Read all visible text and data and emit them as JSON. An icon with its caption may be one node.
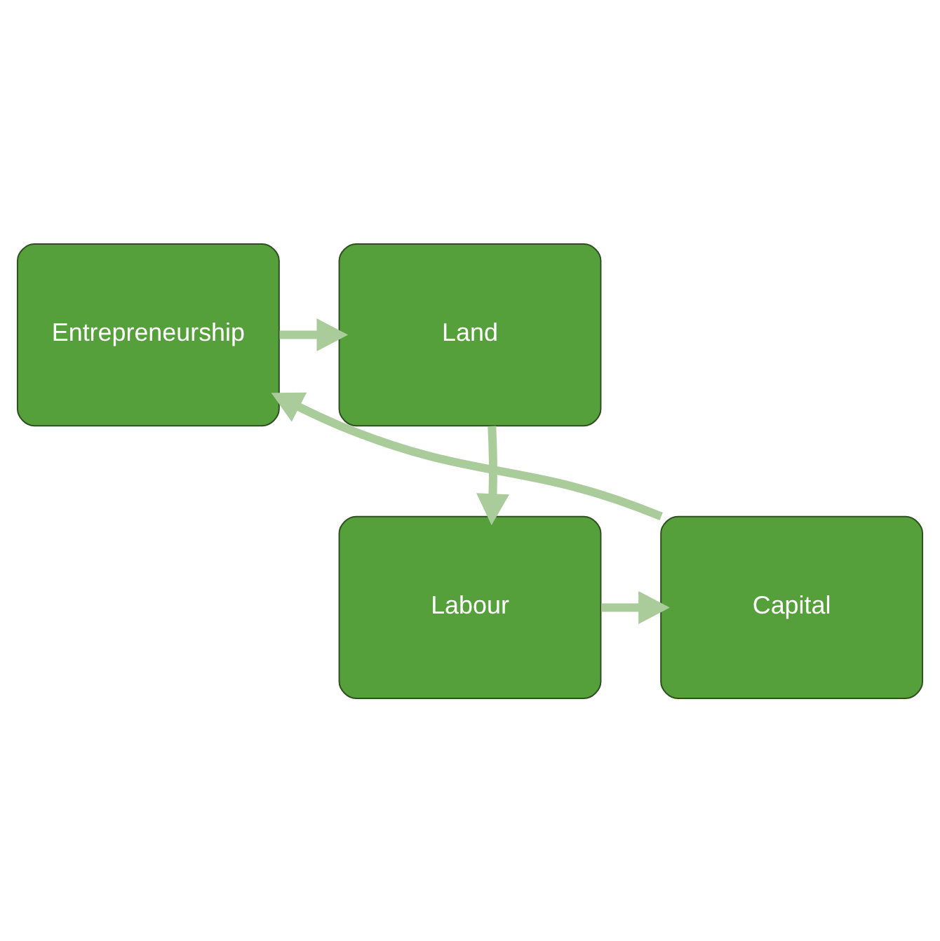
{
  "diagram": {
    "nodes": [
      {
        "text": [
          "Entrepreneurship"
        ]
      },
      {
        "text": [
          "Land"
        ]
      },
      {
        "text": [
          "Capital"
        ]
      },
      {
        "text": [
          "Labour"
        ]
      }
    ],
    "edges": [
      {
        "from": 0,
        "to": 1,
        "arrow": "to"
      },
      {
        "from": 1,
        "to": 3,
        "arrow": "to"
      },
      {
        "from": 3,
        "to": 2,
        "arrow": "to"
      },
      {
        "from": 2,
        "to": 0,
        "arrow": "to"
      }
    ]
  }
}
